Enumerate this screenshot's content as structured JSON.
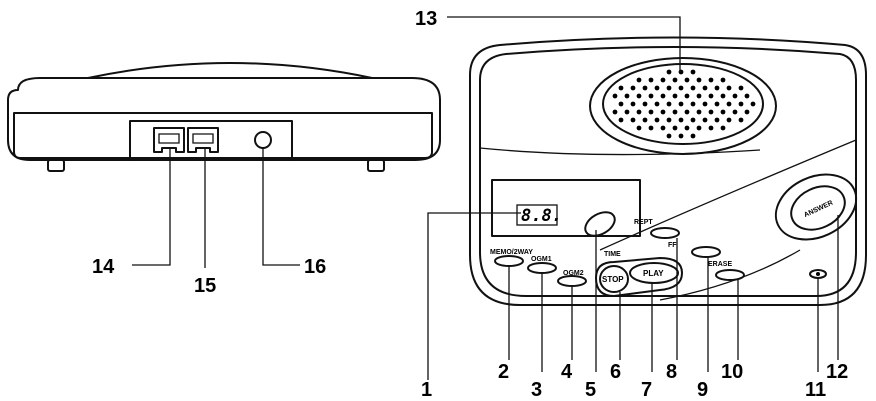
{
  "labels": {
    "l1": "1",
    "l2": "2",
    "l3": "3",
    "l4": "4",
    "l5": "5",
    "l6": "6",
    "l7": "7",
    "l8": "8",
    "l9": "9",
    "l10": "10",
    "l11": "11",
    "l12": "12",
    "l13": "13",
    "l14": "14",
    "l15": "15",
    "l16": "16"
  },
  "buttons": {
    "memo": "MEMO/2WAY",
    "ogm1": "OGM1",
    "ogm2": "OGM2",
    "time": "TIME",
    "stop": "STOP",
    "play": "PLAY",
    "rept": "REPT",
    "ff": "FF",
    "erase": "ERASE",
    "answer": "ANSWER"
  },
  "display": {
    "readout": "8.8."
  }
}
